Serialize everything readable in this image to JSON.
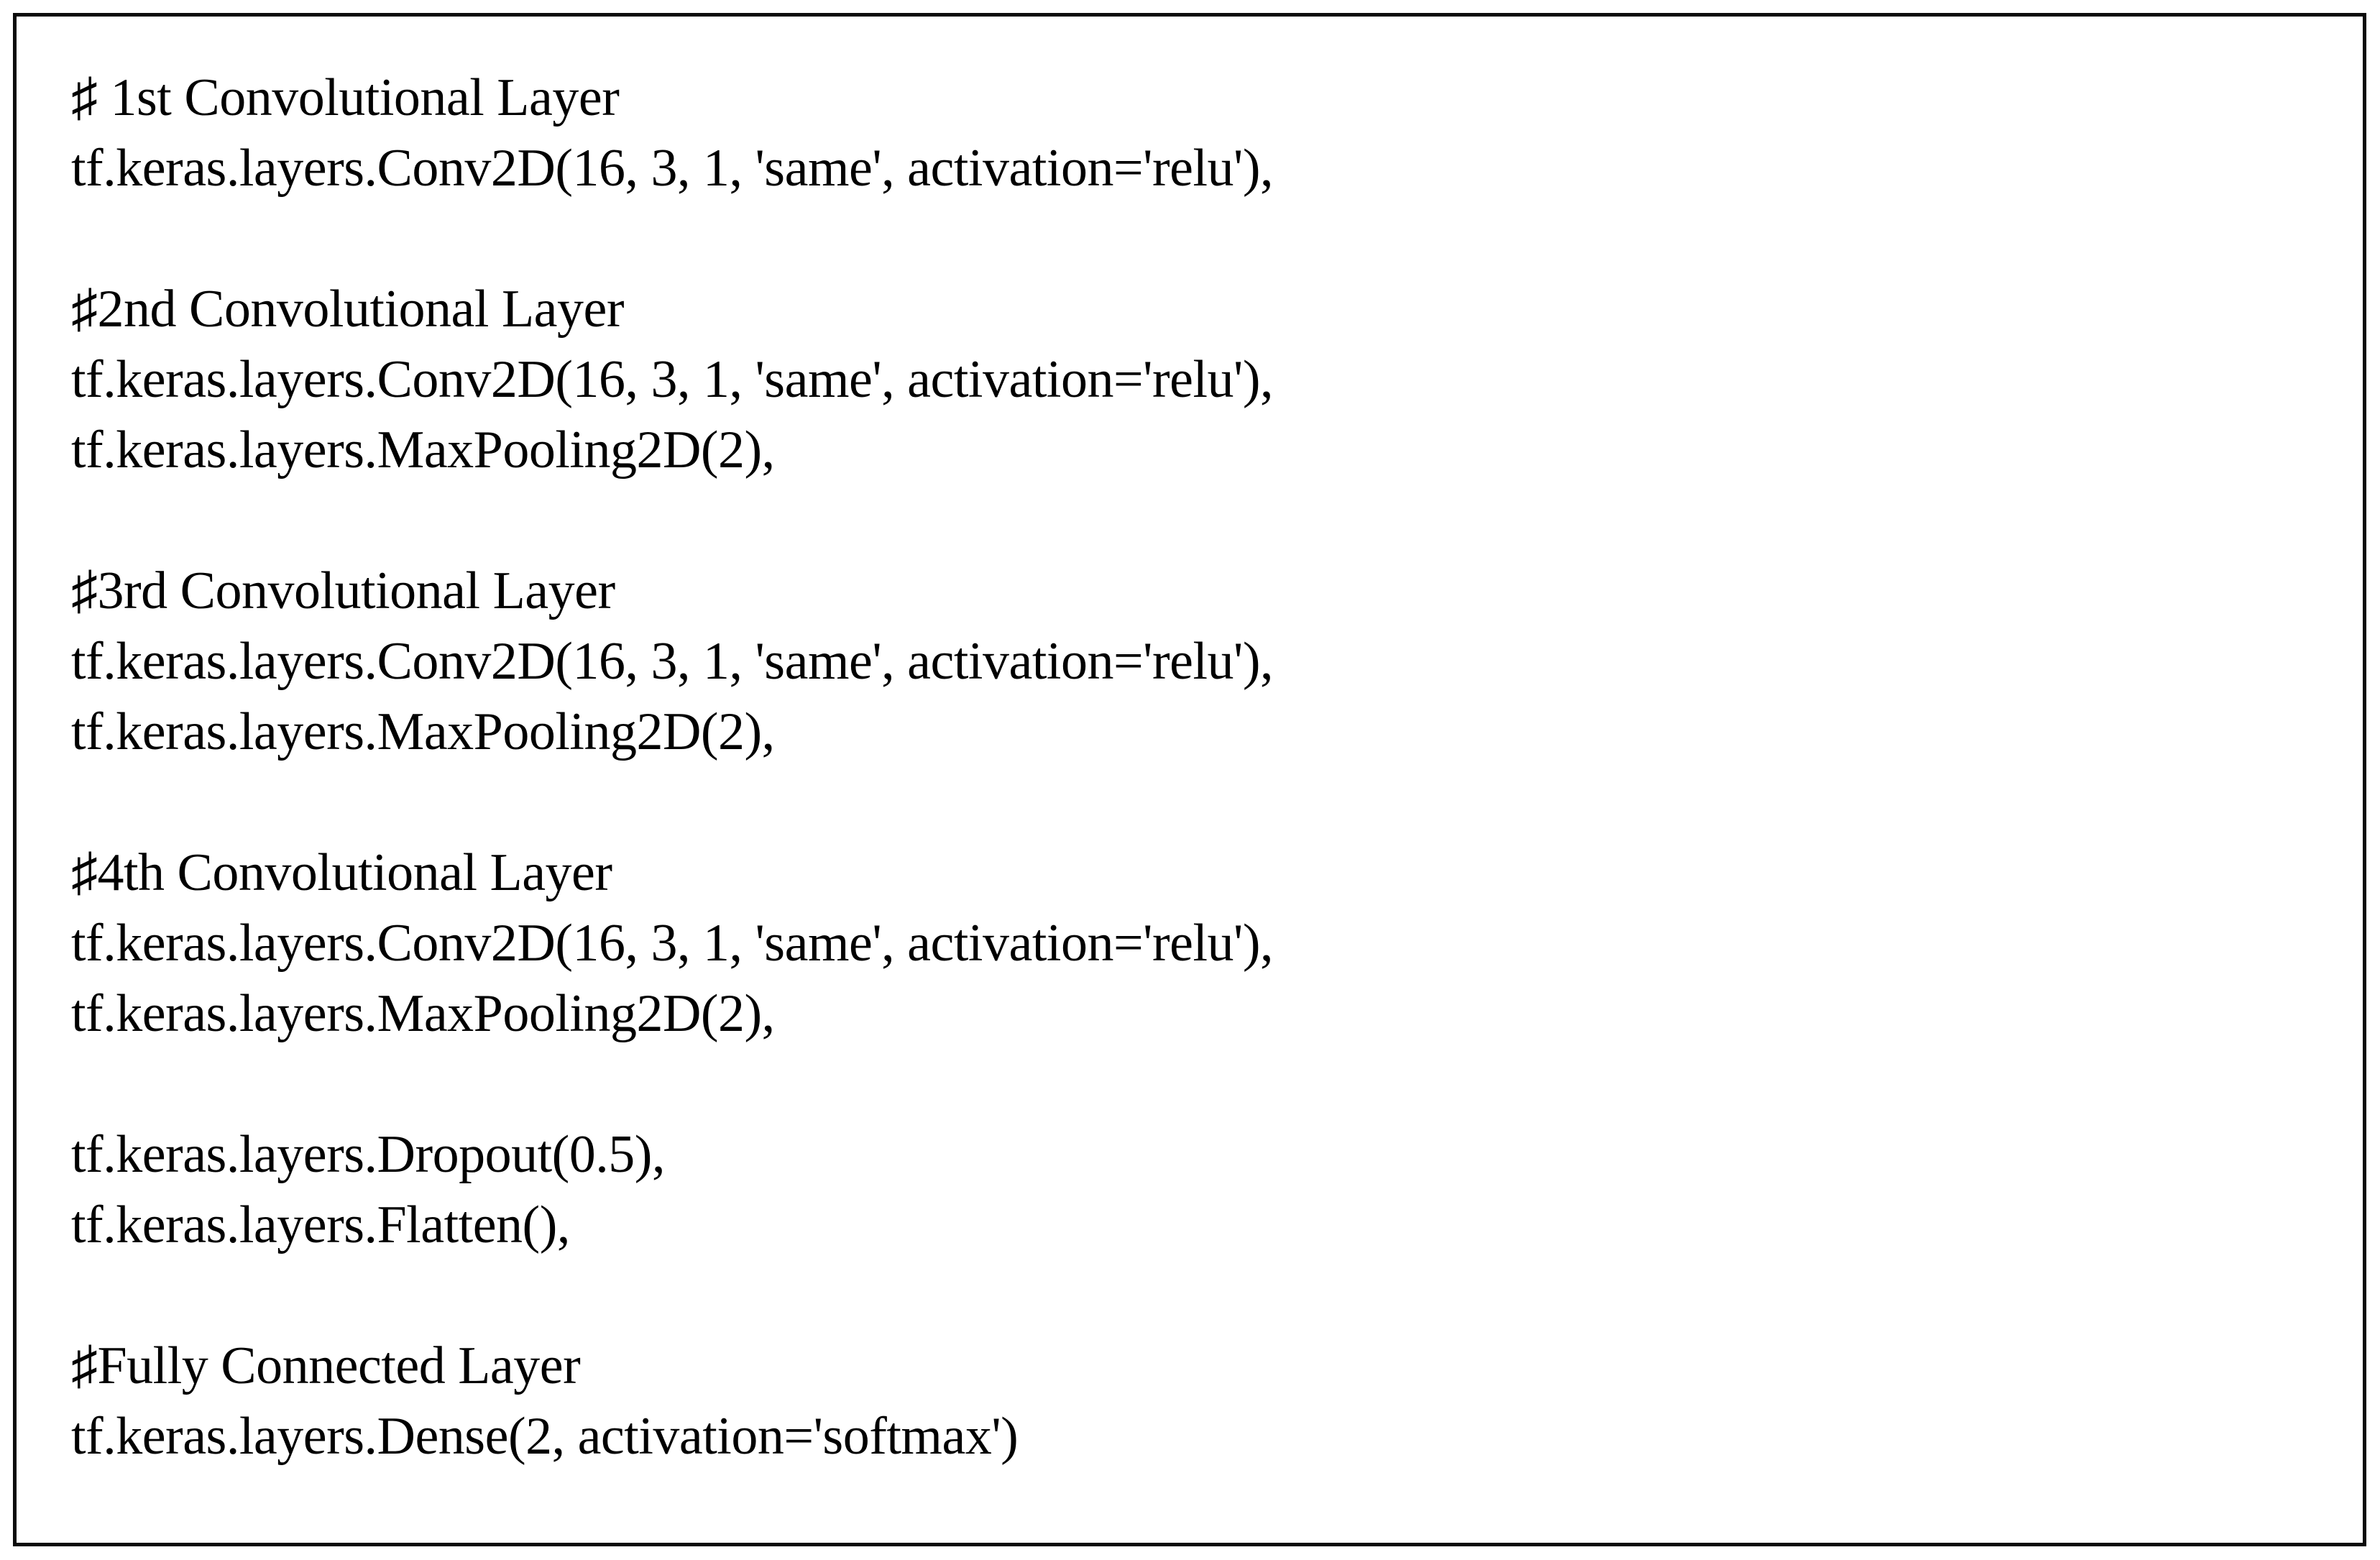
{
  "listing": {
    "kind": "code-listing-figure",
    "background_color": "#ffffff",
    "border_color": "#0a0a0a",
    "text_color": "#000000",
    "comment_marker": "♯",
    "lines": [
      {
        "type": "comment",
        "text": "♯ 1st Convolutional Layer"
      },
      {
        "type": "code",
        "text": "tf.keras.layers.Conv2D(16, 3, 1, 'same', activation='relu'),"
      },
      {
        "type": "blank",
        "text": ""
      },
      {
        "type": "comment",
        "text": "♯2nd Convolutional Layer"
      },
      {
        "type": "code",
        "text": "tf.keras.layers.Conv2D(16, 3, 1, 'same', activation='relu'),"
      },
      {
        "type": "code",
        "text": "tf.keras.layers.MaxPooling2D(2),"
      },
      {
        "type": "blank",
        "text": ""
      },
      {
        "type": "comment",
        "text": "♯3rd Convolutional Layer"
      },
      {
        "type": "code",
        "text": "tf.keras.layers.Conv2D(16, 3, 1, 'same', activation='relu'),"
      },
      {
        "type": "code",
        "text": "tf.keras.layers.MaxPooling2D(2),"
      },
      {
        "type": "blank",
        "text": ""
      },
      {
        "type": "comment",
        "text": "♯4th Convolutional Layer"
      },
      {
        "type": "code",
        "text": "tf.keras.layers.Conv2D(16, 3, 1, 'same', activation='relu'),"
      },
      {
        "type": "code",
        "text": "tf.keras.layers.MaxPooling2D(2),"
      },
      {
        "type": "blank",
        "text": ""
      },
      {
        "type": "code",
        "text": "tf.keras.layers.Dropout(0.5),"
      },
      {
        "type": "code",
        "text": "tf.keras.layers.Flatten(),"
      },
      {
        "type": "blank",
        "text": ""
      },
      {
        "type": "comment",
        "text": "♯Fully Connected Layer"
      },
      {
        "type": "code",
        "text": "tf.keras.layers.Dense(2, activation='softmax')"
      }
    ]
  }
}
